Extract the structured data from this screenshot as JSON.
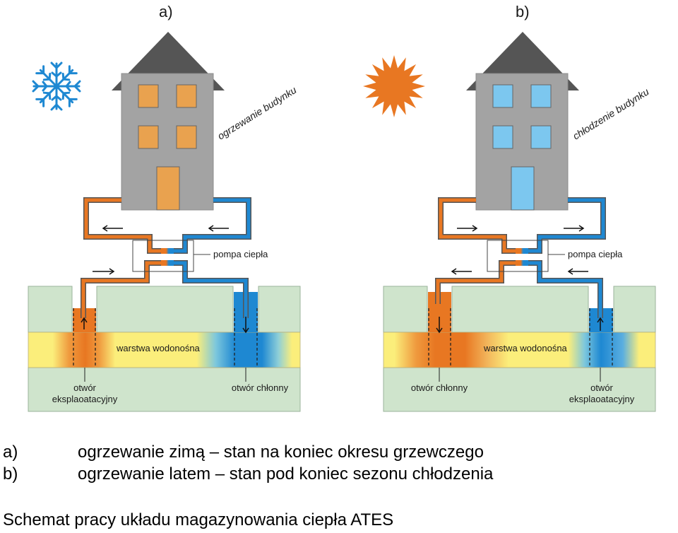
{
  "panels": [
    {
      "id": "a",
      "letter": "a)",
      "season_icon": "snowflake-icon",
      "window_color": "#E9A24F",
      "diagonal_label": "ogrzewanie budynku",
      "pump_label": "pompa ciepła",
      "aquifer_label": "warstwa wodonośna",
      "left_well_label": [
        "otwór",
        "eksplaoatacyjny"
      ],
      "right_well_label": [
        "otwór chłonny"
      ],
      "arrows": {
        "house_pipe": "left",
        "lower_pipe": "right",
        "left_well": "up",
        "right_well": "down"
      }
    },
    {
      "id": "b",
      "letter": "b)",
      "season_icon": "sun-icon",
      "window_color": "#7CC7EF",
      "diagonal_label": "chłodzenie budynku",
      "pump_label": "pompa ciepła",
      "aquifer_label": "warstwa wodonośna",
      "left_well_label": [
        "otwór chłonny"
      ],
      "right_well_label": [
        "otwór",
        "eksplaoatacyjny"
      ],
      "arrows": {
        "house_pipe": "right",
        "lower_pipe": "left",
        "left_well": "down",
        "right_well": "up"
      }
    }
  ],
  "captions": [
    {
      "key": "a)",
      "text": "ogrzewanie zimą – stan na koniec okresu grzewczego"
    },
    {
      "key": "b)",
      "text": "ogrzewanie latem – stan pod koniec sezonu chłodzenia"
    }
  ],
  "title": "Schemat pracy układu magazynowania ciepła ATES",
  "colors": {
    "warm_pipe": "#E87722",
    "cold_pipe": "#1E88D2",
    "house_wall": "#A3A3A3",
    "roof": "#555555",
    "ground": "#CFE4CC",
    "aquifer": "#FBEE7B",
    "snowflake": "#1E88D2",
    "sun": "#E87722"
  }
}
